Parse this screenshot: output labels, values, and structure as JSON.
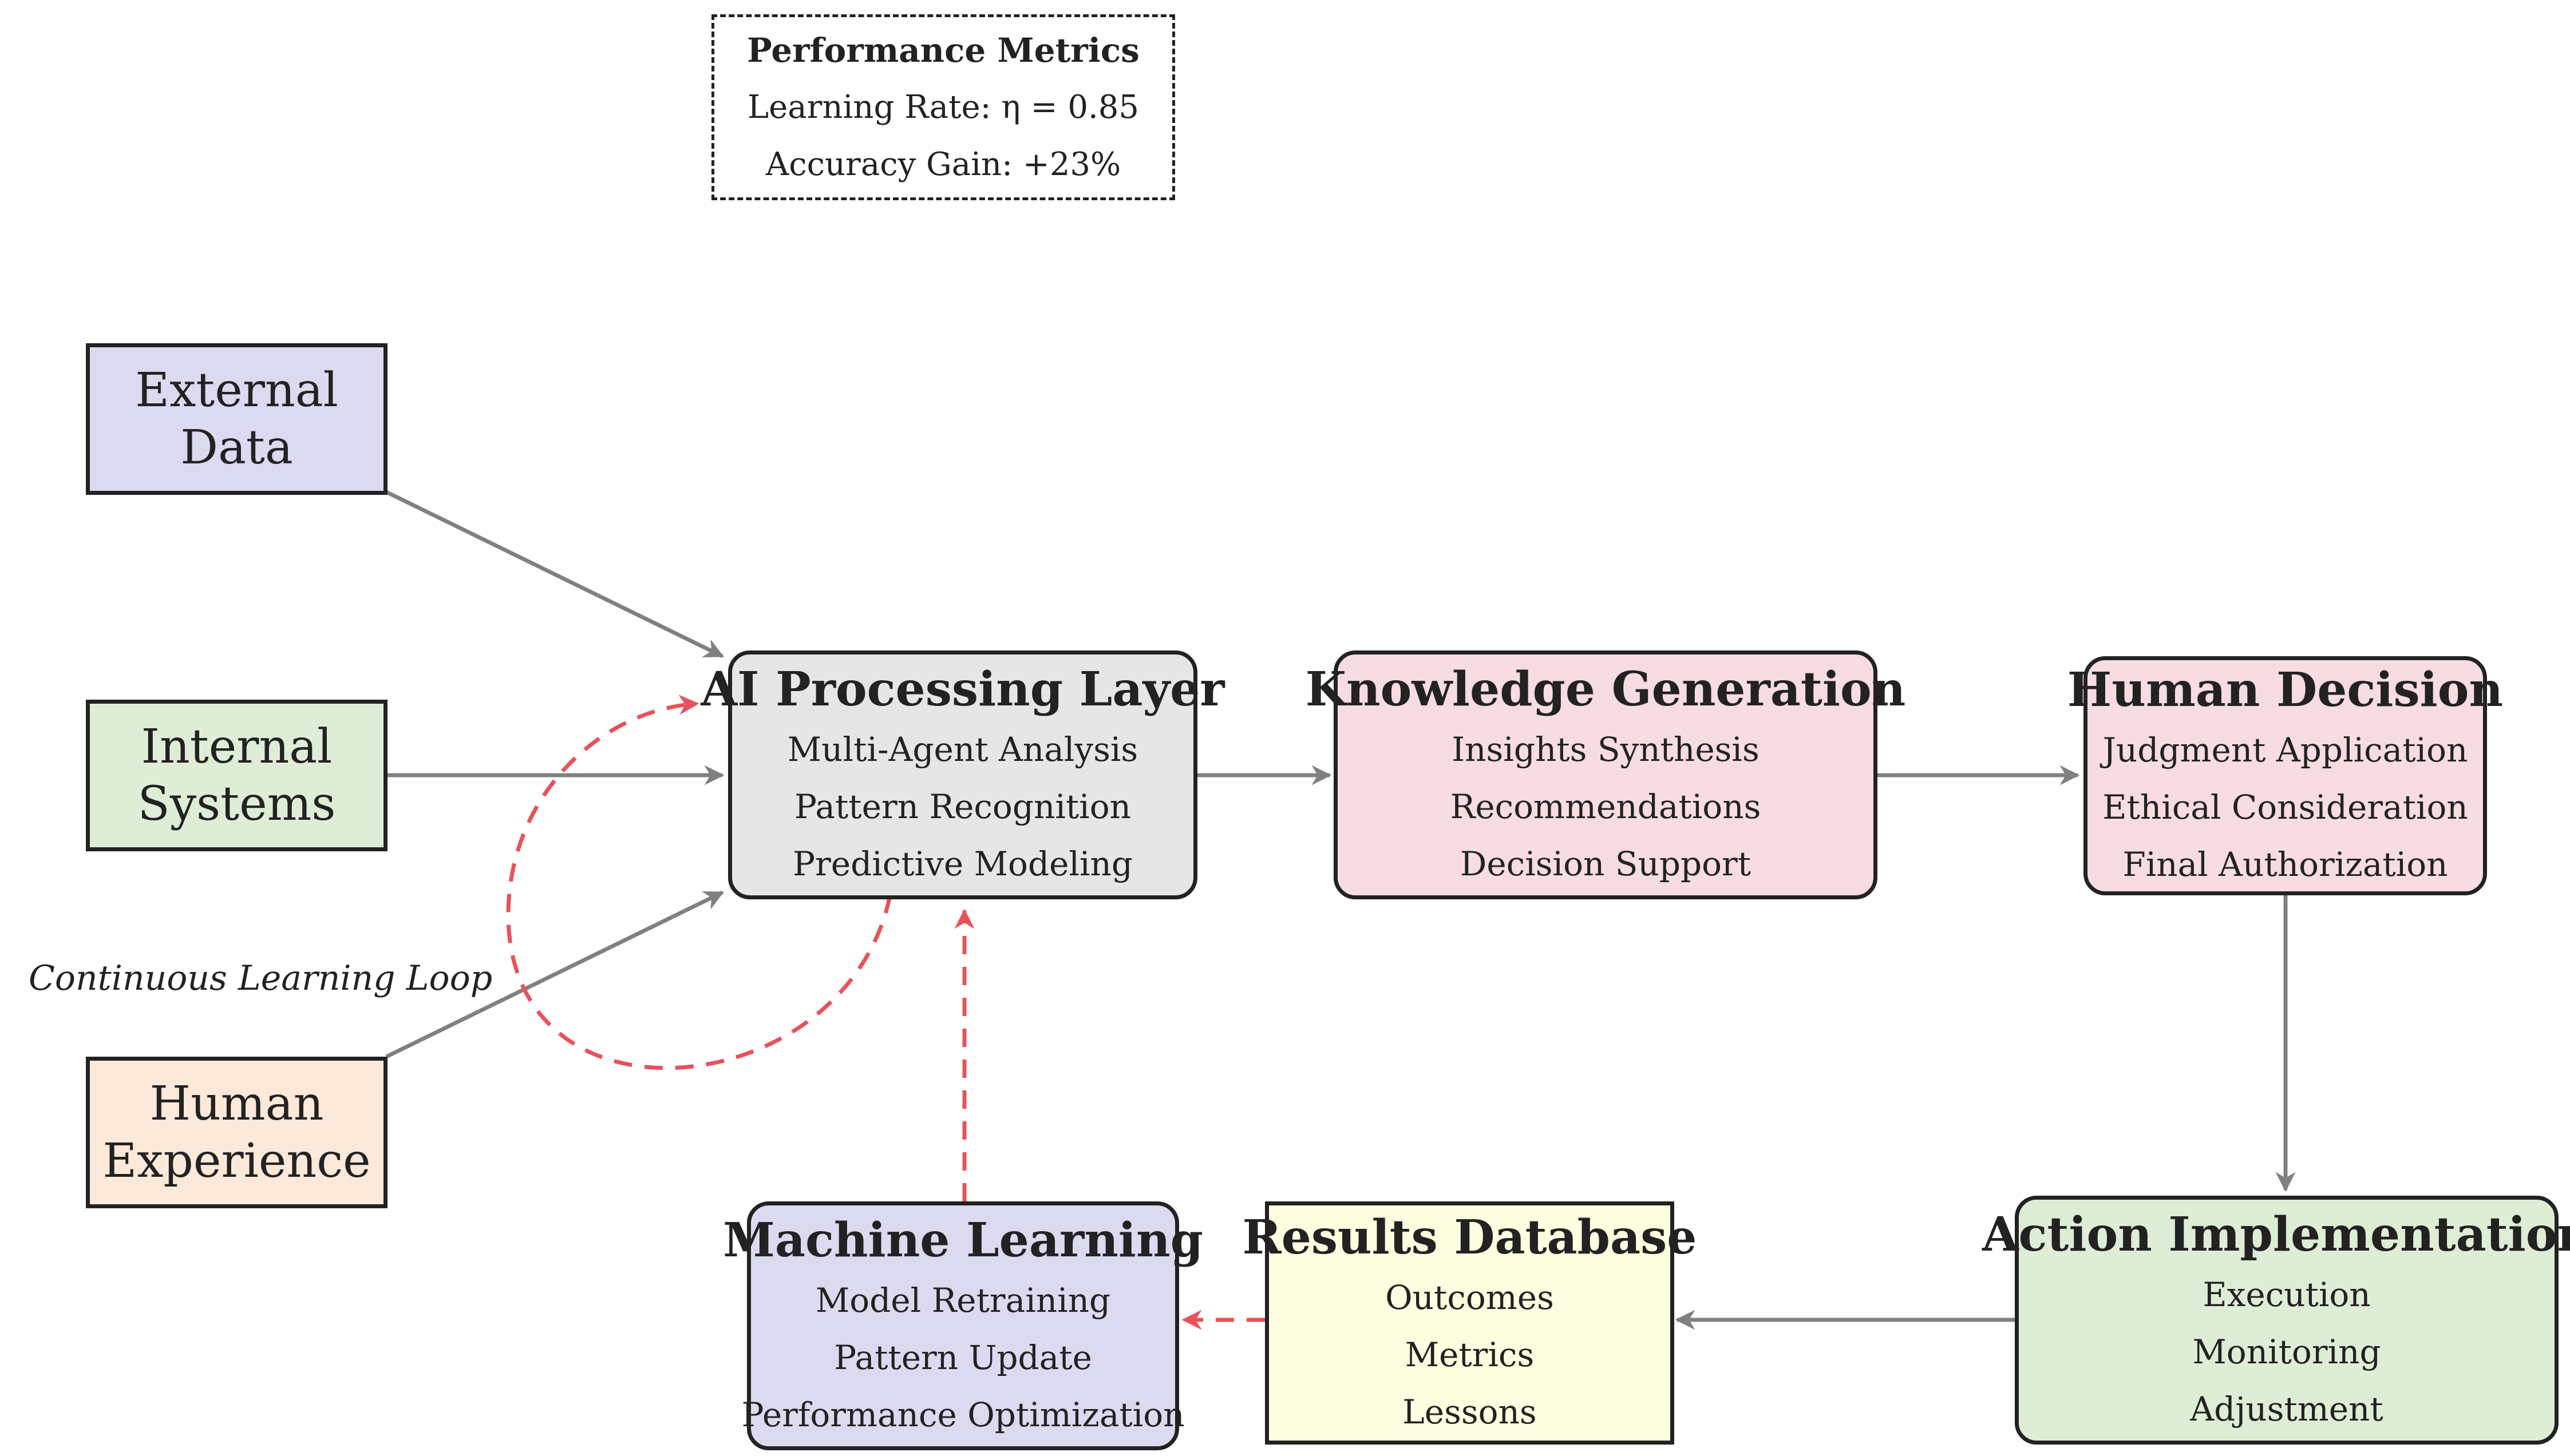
{
  "metrics": {
    "title": "Performance Metrics",
    "learning_rate": "Learning Rate: η = 0.85",
    "accuracy_gain": "Accuracy Gain: +23%"
  },
  "inputs": {
    "external": "External\nData",
    "internal": "Internal\nSystems",
    "human": "Human\nExperience"
  },
  "loop_label": "Continuous Learning Loop",
  "ai_processing": {
    "title": "AI Processing Layer",
    "lines": [
      "Multi-Agent Analysis",
      "Pattern Recognition",
      "Predictive Modeling"
    ]
  },
  "knowledge": {
    "title": "Knowledge Generation",
    "lines": [
      "Insights Synthesis",
      "Recommendations",
      "Decision Support"
    ]
  },
  "human_decision": {
    "title": "Human Decision",
    "lines": [
      "Judgment Application",
      "Ethical Consideration",
      "Final Authorization"
    ]
  },
  "action": {
    "title": "Action Implementation",
    "lines": [
      "Execution",
      "Monitoring",
      "Adjustment"
    ]
  },
  "results": {
    "title": "Results Database",
    "lines": [
      "Outcomes",
      "Metrics",
      "Lessons"
    ]
  },
  "ml": {
    "title": "Machine Learning",
    "lines": [
      "Model Retraining",
      "Pattern Update",
      "Performance Optimization"
    ]
  },
  "colors": {
    "lavender": "#dcdaf0",
    "green": "#deeed6",
    "peach": "#fde9d9",
    "gray": "#e6e6e6",
    "pink": "#f7dce2",
    "yellow": "#fdfde0",
    "arrow": "#808080",
    "loop": "#e8525a"
  }
}
